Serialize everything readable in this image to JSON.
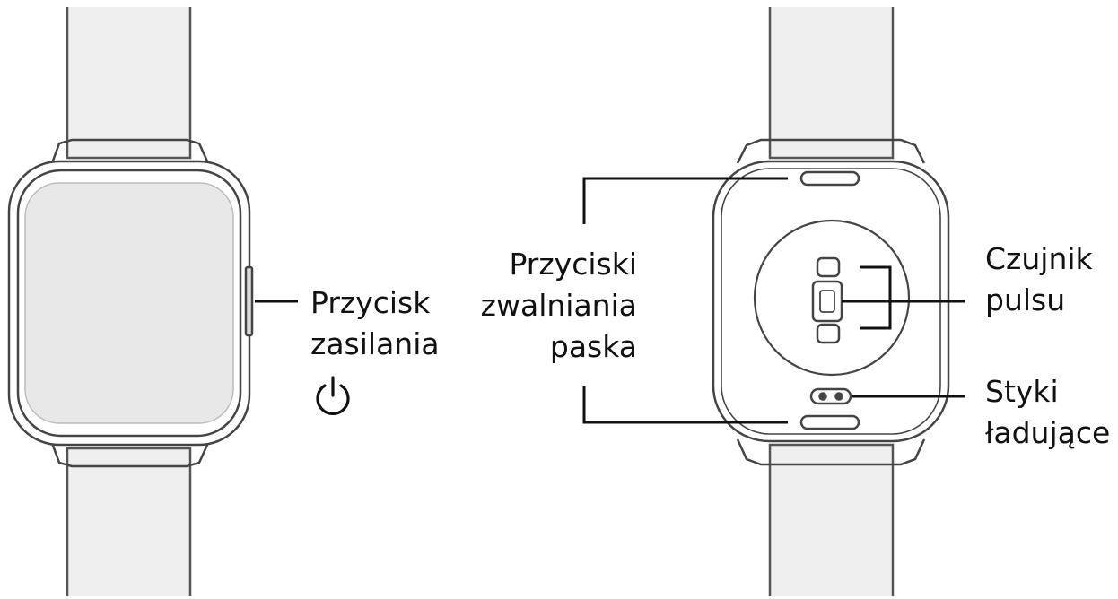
{
  "labels": {
    "power_button": {
      "line1": "Przycisk",
      "line2": "zasilania"
    },
    "strap_release": {
      "line1": "Przyciski",
      "line2": "zwalniania",
      "line3": "paska"
    },
    "heart_rate_sensor": {
      "line1": "Czujnik",
      "line2": "pulsu"
    },
    "charging_contacts": {
      "line1": "Styki",
      "line2": "ładujące"
    }
  },
  "icons": {
    "power": "power-icon"
  },
  "colors": {
    "line": "#444444",
    "strap_fill": "#efefef",
    "screen_fill": "#e8e8e8",
    "leader": "#111111"
  }
}
